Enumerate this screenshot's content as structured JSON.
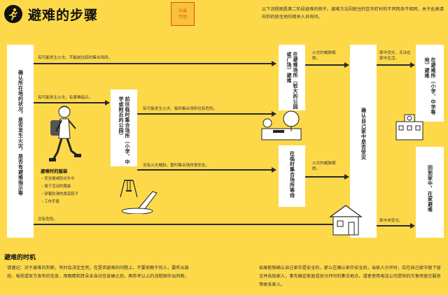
{
  "header": {
    "title": "避难的步骤",
    "stamp": [
      "公益",
      "行动"
    ],
    "intro": "以下流程图是第二阶段避难的例子。避难方法因居住的区市町村的不同而各不相同，关于此类请向你的居住地的相关人员询问。"
  },
  "boxes": {
    "confirm_fire": "确认所在地的状况，是否发生火灾，是否有避难指示等",
    "go_temp": "前往临时集合场所（小学、中学或附近的公园）",
    "wide_area": "在避难场所（较大的公园或广场）避难",
    "temp_wait": "在临时集合场所等待",
    "check_house": "确认自己家中是否受灾",
    "school_shelter": "在避难所（小学、中学等地）避难",
    "return_home": "回到家中，在家避难"
  },
  "arrows": {
    "a1": "有可能发生火灾，不能前往临时集合场所。",
    "a2": "有可能发生火灾，有避难指示。",
    "a3": "有可能发生火灾，临时集合场所也有危险。",
    "a4": "没有火灾威胁，暂时集合场所很安全。",
    "a5": "没有危险。",
    "a6": "火灾的威胁解除。",
    "a7": "火灾的威胁解除。",
    "a8": "家中受灾，无法在家中生活。",
    "a9": "家中未受灾。"
  },
  "evacuation_items": {
    "title": "避难时的服装",
    "items": [
      "・安全帽或防灾头巾",
      "・易于活动的服装",
      "・穿着防滑的厚底鞋子",
      "・工作手套"
    ]
  },
  "bottom": {
    "section_title": "避难的时机",
    "left_text": "请谨记：对于避难的判断，有时会决定生死。在是否避难的问题上，不要依赖于别人，要听从政府、电视或官方发布的信息，用眼睛和耳朵亲自对信息确之后，再参考以上的流程图作出判断。",
    "right_text": "如果能够确认自己家中是安全的，那么在确认家中安全后，当家人分开时，应在自己家中留下留言并告知家人，事先确定家庭成员分开时的集合地点，或者使用电话公司提供的灾害用留言服务等联系家人。"
  },
  "colors": {
    "background": "#fdd94a",
    "box": "#ffffff",
    "line": "#2a2a2a"
  }
}
